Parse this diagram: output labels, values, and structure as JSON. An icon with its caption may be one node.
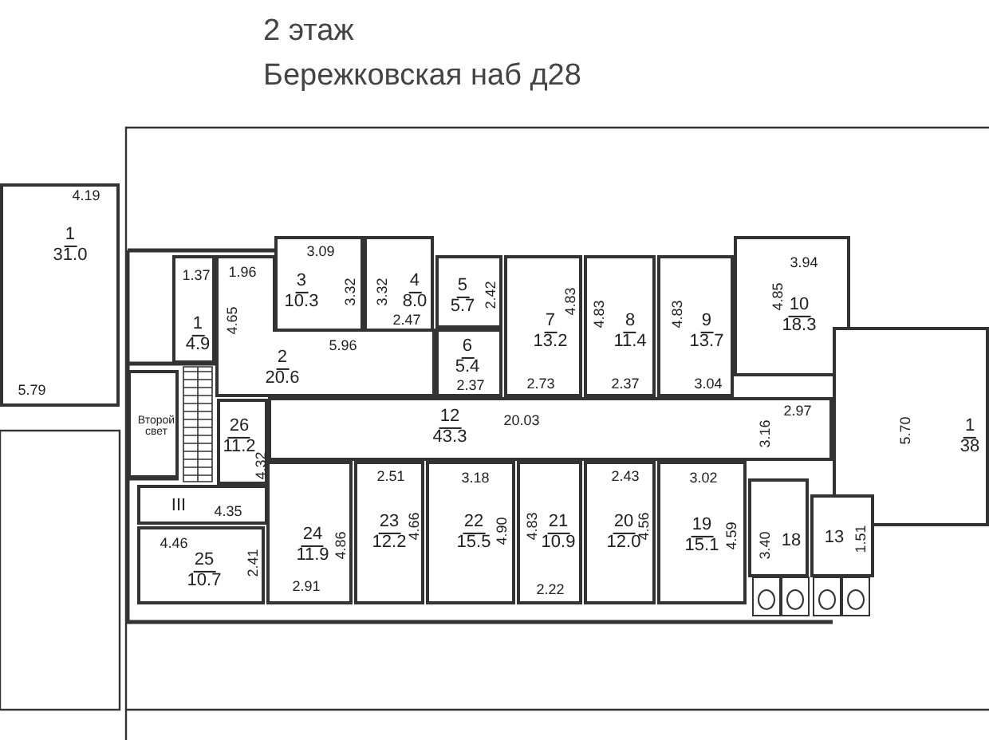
{
  "diagram": {
    "title": "2 этаж",
    "nodes": [
      {
        "text": [
          "4.19",
          "1",
          "31.0",
          "5.79"
        ]
      },
      {
        "text": [
          "1.37",
          "1",
          "4.9"
        ]
      },
      {
        "text": [
          "3.09",
          "3",
          "10.3",
          "3.32"
        ]
      },
      {
        "text": [
          "4",
          "8.0",
          "3.32",
          "2.47"
        ]
      },
      {
        "text": [
          "5",
          "5.7",
          "2.42"
        ]
      },
      {
        "text": [
          "3.94",
          "4.85",
          "10",
          "18.3"
        ]
      },
      {
        "text": [
          "1.96",
          "4.65",
          "5.96",
          "2",
          "20.6"
        ]
      },
      {
        "text": [
          "7",
          "13.2",
          "4.83",
          "2.73"
        ]
      },
      {
        "text": [
          "8",
          "11.4",
          "4.83",
          "2.37"
        ]
      },
      {
        "text": [
          "9",
          "13.7",
          "4.83",
          "3.04"
        ]
      },
      {
        "text": [
          "6",
          "5.4",
          "2.37"
        ]
      },
      {
        "text": [
          "12",
          "43.3",
          "20.03",
          "2.97",
          "3.16"
        ]
      },
      {
        "text": [
          "1",
          "38",
          "5.70"
        ]
      },
      {
        "text": [
          "Второй свет"
        ]
      },
      {
        "text": [
          "26",
          "11.2",
          "4.32"
        ]
      },
      {
        "text": [
          "III",
          "4.35"
        ]
      },
      {
        "text": [
          "24",
          "11.9",
          "4.86",
          "2.91"
        ]
      },
      {
        "text": [
          "2.51",
          "23",
          "12.2",
          "4.66"
        ]
      },
      {
        "text": [
          "3.18",
          "22",
          "15.5",
          "4.90"
        ]
      },
      {
        "text": [
          "21",
          "10.9",
          "4.83",
          "2.22"
        ]
      },
      {
        "text": [
          "2.43",
          "20",
          "12.0",
          "4.56"
        ]
      },
      {
        "text": [
          "3.02",
          "19",
          "15.1",
          "4.59"
        ]
      },
      {
        "text": [
          "18",
          "3.40"
        ]
      },
      {
        "text": [
          "13",
          "1.51"
        ]
      },
      {
        "text": [
          "4.46",
          "25",
          "10.7",
          "2.41"
        ]
      }
    ],
    "labels": [
      "Бережковская наб д28"
    ]
  }
}
